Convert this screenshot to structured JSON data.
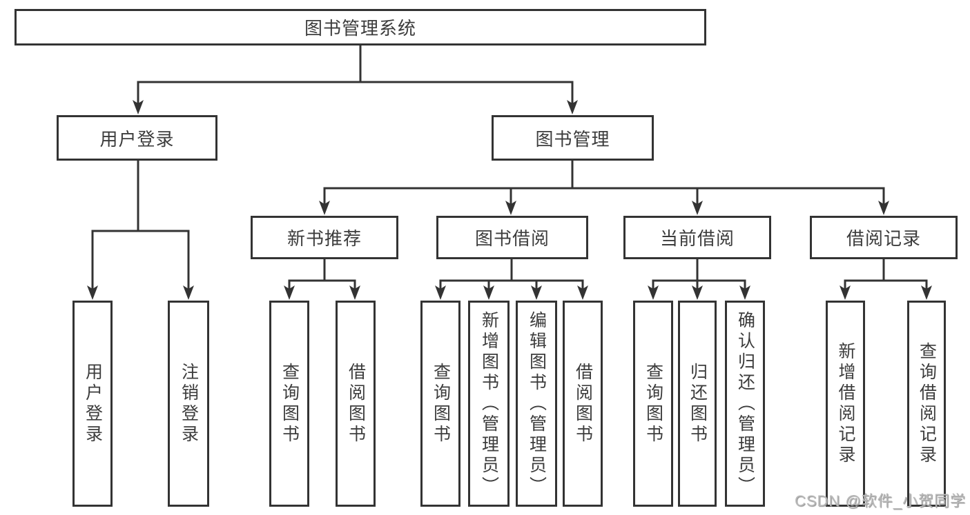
{
  "diagram": {
    "title": "图书管理系统",
    "nodes": {
      "root": "图书管理系统",
      "user_login": "用户登录",
      "book_mgmt": "图书管理",
      "new_book_rec": "新书推荐",
      "book_borrow": "图书借阅",
      "current_borrow": "当前借阅",
      "borrow_record": "借阅记录",
      "leaf_user_login": "用户登录",
      "leaf_logout": "注销登录",
      "leaf_nbr_query": "查询图书",
      "leaf_nbr_borrow": "借阅图书",
      "leaf_bb_query": "查询图书",
      "leaf_bb_add": "新增图书（管理员）",
      "leaf_bb_edit": "编辑图书（管理员）",
      "leaf_bb_borrow": "借阅图书",
      "leaf_cb_query": "查询图书",
      "leaf_cb_return": "归还图书",
      "leaf_cb_confirm": "确认归还（管理员）",
      "leaf_br_add": "新增借阅记录",
      "leaf_br_query": "查询借阅记录"
    },
    "colors": {
      "line": "#333333",
      "text": "#3c3c3c",
      "background": "#ffffff",
      "watermark": "#b9b9b9"
    }
  },
  "watermark": "CSDN @软件_小贺同学"
}
